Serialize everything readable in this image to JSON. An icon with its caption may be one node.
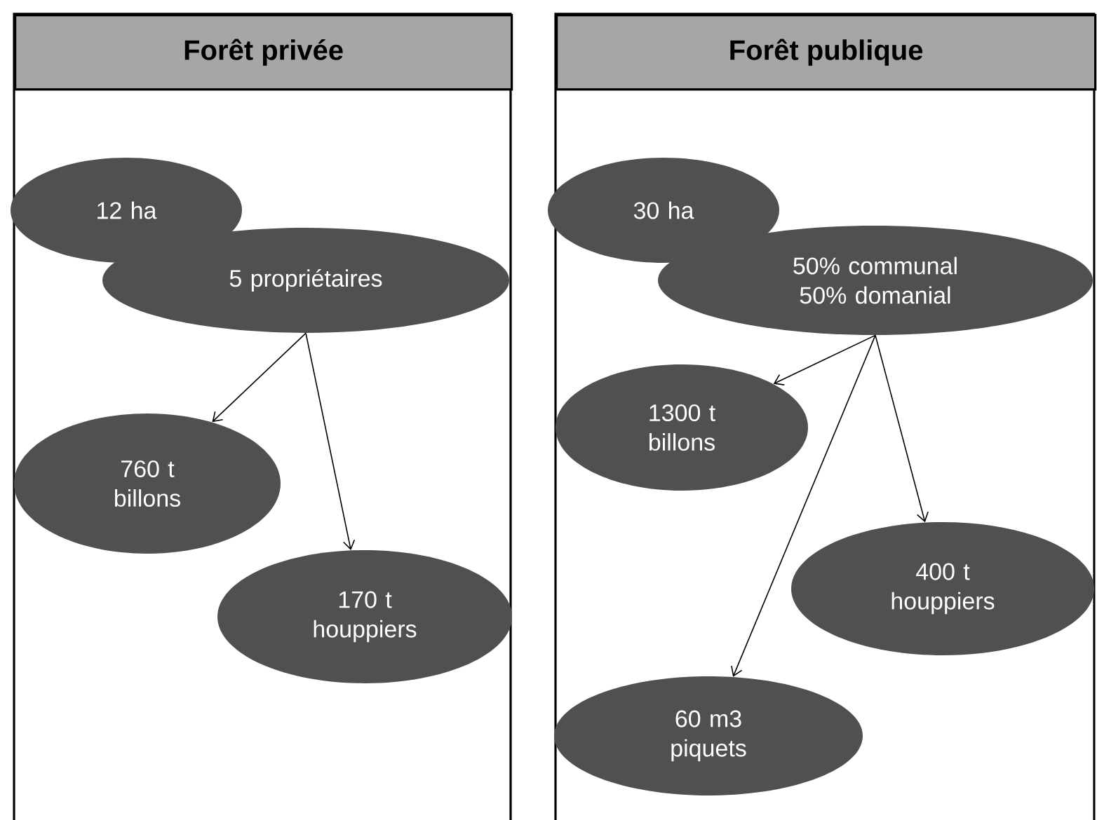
{
  "diagram": {
    "nodes": [
      {
        "text": [
          "Forêt privée"
        ]
      },
      {
        "text": [
          "12 ha"
        ],
        "in": 0
      },
      {
        "text": [
          "5 propriétaires"
        ],
        "in": 0
      },
      {
        "text": [
          "760 t billons"
        ],
        "in": 0
      },
      {
        "text": [
          "170 t houppiers"
        ],
        "in": 0
      },
      {
        "text": [
          "Forêt publique"
        ]
      },
      {
        "text": [
          "30 ha"
        ],
        "in": 5
      },
      {
        "text": [
          "50% communal 50% domanial"
        ],
        "in": 5
      },
      {
        "text": [
          "1300 t billons"
        ],
        "in": 5
      },
      {
        "text": [
          "400 t houppiers"
        ],
        "in": 5
      },
      {
        "text": [
          "60 m3 piquets"
        ],
        "in": 5
      }
    ],
    "edges": [
      {
        "from": 2,
        "to": 3,
        "arrow": "to"
      },
      {
        "from": 2,
        "to": 4,
        "arrow": "to"
      },
      {
        "from": 7,
        "to": 8,
        "arrow": "to"
      },
      {
        "from": 7,
        "to": 9,
        "arrow": "to"
      },
      {
        "from": 7,
        "to": 10,
        "arrow": "to"
      }
    ]
  }
}
